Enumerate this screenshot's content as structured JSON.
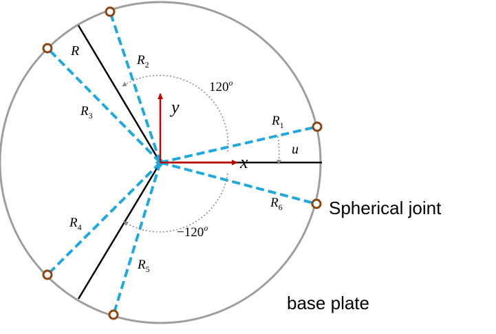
{
  "colors": {
    "plate_outline": "#9e9e9e",
    "radius_line": "#000000",
    "leg_dashed": "#1ea8e0",
    "joint": "#8b4513",
    "axis": "#c00000",
    "angle_arc": "#8a8a8a"
  },
  "labels": {
    "R": "R",
    "R1": {
      "main": "R",
      "sub": "1"
    },
    "R2": {
      "main": "R",
      "sub": "2"
    },
    "R3": {
      "main": "R",
      "sub": "3"
    },
    "R4": {
      "main": "R",
      "sub": "4"
    },
    "R5": {
      "main": "R",
      "sub": "5"
    },
    "R6": {
      "main": "R",
      "sub": "6"
    },
    "u": "u",
    "x": "x",
    "y": "y",
    "angle_pos": {
      "main": "120",
      "sup": "o"
    },
    "angle_neg": {
      "main": "−120",
      "sup": "o"
    },
    "spherical_joint": "Spherical joint",
    "base_plate": "base plate"
  }
}
